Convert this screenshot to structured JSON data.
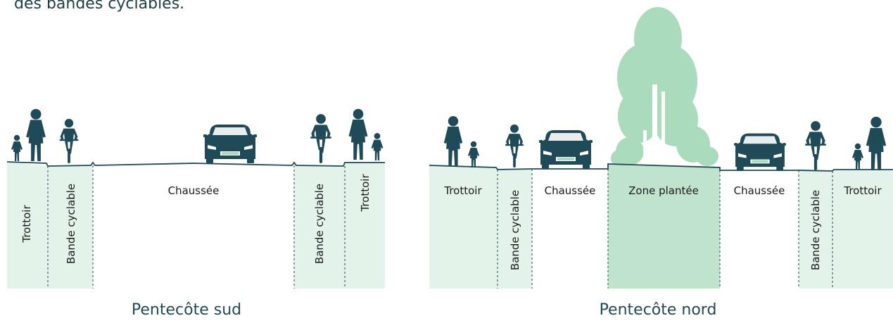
{
  "intro_text": "des bandes cyclables.",
  "colors": {
    "zone_light": "#e3f3e9",
    "zone_planted": "#c0e3cd",
    "tree": "#a9dbbc",
    "silhouette": "#1f4a57"
  },
  "sections": {
    "south": {
      "title": "Pentecôte sud",
      "zones": [
        "Trottoir",
        "Bande cyclable",
        "Chaussée",
        "Bande cyclable",
        "Trottoir"
      ]
    },
    "north": {
      "title": "Pentecôte nord",
      "zones": [
        "Trottoir",
        "Bande cyclable",
        "Chaussée",
        "Zone plantée",
        "Chaussée",
        "Bande cyclable",
        "Trottoir"
      ]
    }
  }
}
